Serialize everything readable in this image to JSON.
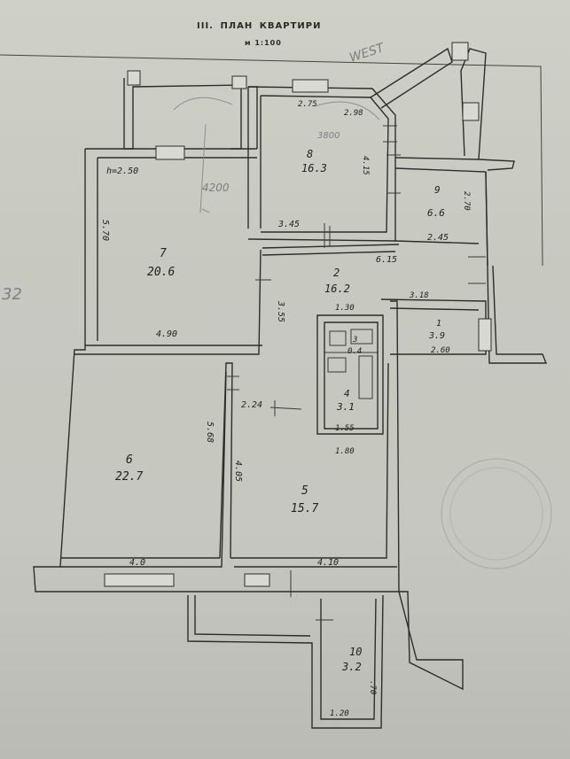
{
  "header": {
    "title": "III. ПЛАН КВАРТИРИ",
    "scale": "м 1:100"
  },
  "rooms": {
    "r1": {
      "num": "1",
      "area": "3.9"
    },
    "r2": {
      "num": "2",
      "area": "16.2"
    },
    "r3": {
      "num": "3",
      "area": "0.4"
    },
    "r4": {
      "num": "4",
      "area": "3.1"
    },
    "r5": {
      "num": "5",
      "area": "15.7"
    },
    "r6": {
      "num": "6",
      "area": "22.7"
    },
    "r7": {
      "num": "7",
      "area": "20.6"
    },
    "r8": {
      "num": "8",
      "area": "16.3"
    },
    "r9": {
      "num": "9",
      "area": "6.6"
    },
    "r10": {
      "num": "10",
      "area": "3.2"
    }
  },
  "dimensions": {
    "h": "h=2.50",
    "d_570": "5.70",
    "d_490": "4.90",
    "d_355": "3.55",
    "d_345": "3.45",
    "d_275": "2.75",
    "d_298": "2.98",
    "d_415": "4.15",
    "d_245": "2.45",
    "d_615": "6.15",
    "d_270": "2.70",
    "d_318": "3.18",
    "d_130": "1.30",
    "d_260": "2.60",
    "d_224": "2.24",
    "d_568": "5.68",
    "d_405": "4.05",
    "d_155": "1.55",
    "d_180": "1.80",
    "d_40": "4.0",
    "d_410": "4.10",
    "d_120": "1.20",
    "d_70": ".70"
  },
  "pencil_notes": {
    "n1": "4200",
    "n2": "WEST",
    "n3": "32",
    "n4": "3800"
  },
  "colors": {
    "paper": "#cbcdc5",
    "ink": "#2d2d2d",
    "pencil": "#7c7f86"
  }
}
